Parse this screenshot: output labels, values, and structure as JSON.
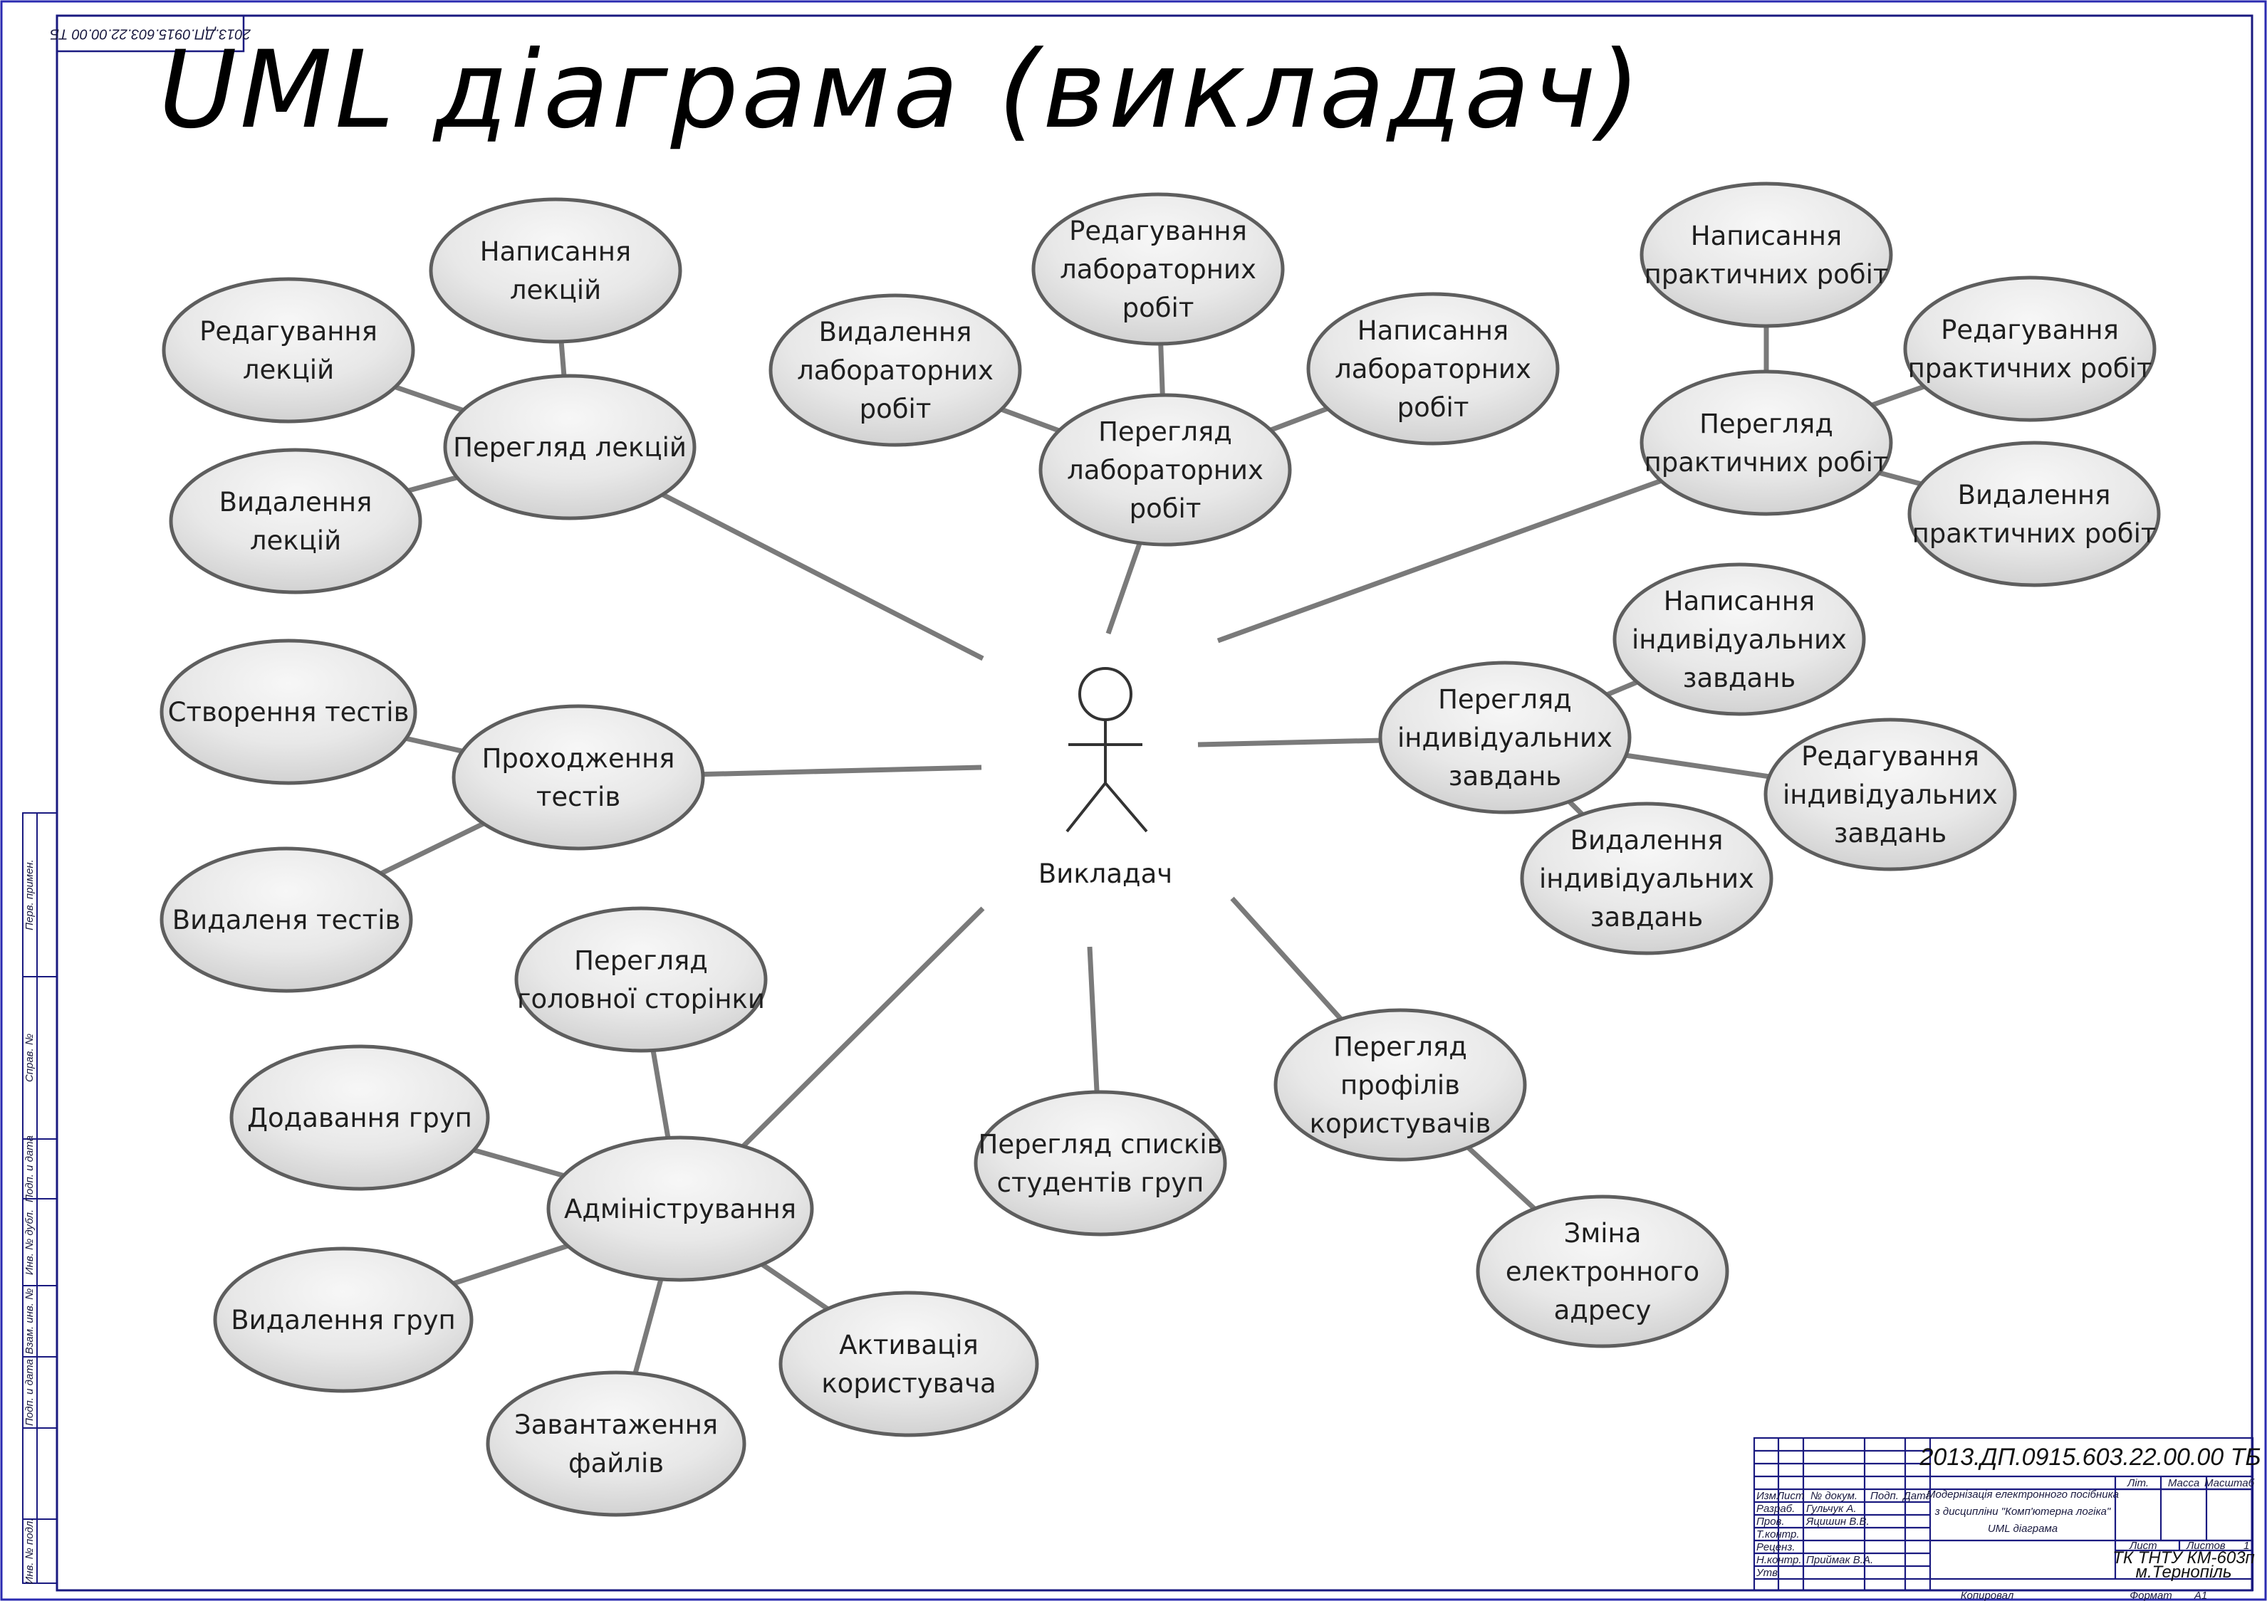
{
  "title": "UML діаграма (викладач)",
  "top_code_mirrored": "2013.ДП.0915.603.22.00.00 ТБ",
  "actor": {
    "label": "Викладач"
  },
  "use_cases": [
    {
      "id": "lec_view",
      "lines": [
        "Перегляд лекцій"
      ]
    },
    {
      "id": "lec_write",
      "lines": [
        "Написання",
        "лекцій"
      ]
    },
    {
      "id": "lec_edit",
      "lines": [
        "Редагування",
        "лекцій"
      ]
    },
    {
      "id": "lec_del",
      "lines": [
        "Видалення",
        "лекцій"
      ]
    },
    {
      "id": "lab_view",
      "lines": [
        "Перегляд",
        "лабораторних",
        "робіт"
      ]
    },
    {
      "id": "lab_edit",
      "lines": [
        "Редагування",
        "лабораторних",
        "робіт"
      ]
    },
    {
      "id": "lab_del",
      "lines": [
        "Видалення",
        "лабораторних",
        "робіт"
      ]
    },
    {
      "id": "lab_write",
      "lines": [
        "Написання",
        "лабораторних",
        "робіт"
      ]
    },
    {
      "id": "pr_view",
      "lines": [
        "Перегляд",
        "практичних робіт"
      ]
    },
    {
      "id": "pr_write",
      "lines": [
        "Написання",
        "практичних робіт"
      ]
    },
    {
      "id": "pr_edit",
      "lines": [
        "Редагування",
        "практичних робіт"
      ]
    },
    {
      "id": "pr_del",
      "lines": [
        "Видалення",
        "практичних робіт"
      ]
    },
    {
      "id": "test_pass",
      "lines": [
        "Проходження",
        "тестів"
      ]
    },
    {
      "id": "test_create",
      "lines": [
        "Створення тестів"
      ]
    },
    {
      "id": "test_del",
      "lines": [
        "Видаленя тестів"
      ]
    },
    {
      "id": "ind_view",
      "lines": [
        "Перегляд",
        "індивідуальних",
        "завдань"
      ]
    },
    {
      "id": "ind_write",
      "lines": [
        "Написання",
        "індивідуальних",
        "завдань"
      ]
    },
    {
      "id": "ind_edit",
      "lines": [
        "Редагування",
        "індивідуальних",
        "завдань"
      ]
    },
    {
      "id": "ind_del",
      "lines": [
        "Видалення",
        "індивідуальних",
        "завдань"
      ]
    },
    {
      "id": "admin",
      "lines": [
        "Адміністрування"
      ]
    },
    {
      "id": "main_page",
      "lines": [
        "Перегляд",
        "головної сторінки"
      ]
    },
    {
      "id": "grp_add",
      "lines": [
        "Додавання груп"
      ]
    },
    {
      "id": "grp_del",
      "lines": [
        "Видалення груп"
      ]
    },
    {
      "id": "upload",
      "lines": [
        "Завантаження",
        "файлів"
      ]
    },
    {
      "id": "activate",
      "lines": [
        "Активація",
        "користувача"
      ]
    },
    {
      "id": "stud_list",
      "lines": [
        "Перегляд списків",
        "студентів груп"
      ]
    },
    {
      "id": "profiles",
      "lines": [
        "Перегляд",
        "профілів",
        "користувачів"
      ]
    },
    {
      "id": "email",
      "lines": [
        "Зміна",
        "електронного",
        "адресу"
      ]
    }
  ],
  "associations": [
    [
      "actor",
      "lec_view"
    ],
    [
      "actor",
      "lab_view"
    ],
    [
      "actor",
      "pr_view"
    ],
    [
      "actor",
      "test_pass"
    ],
    [
      "actor",
      "ind_view"
    ],
    [
      "actor",
      "admin"
    ],
    [
      "actor",
      "stud_list"
    ],
    [
      "actor",
      "profiles"
    ],
    [
      "lec_view",
      "lec_write"
    ],
    [
      "lec_view",
      "lec_edit"
    ],
    [
      "lec_view",
      "lec_del"
    ],
    [
      "lab_view",
      "lab_edit"
    ],
    [
      "lab_view",
      "lab_del"
    ],
    [
      "lab_view",
      "lab_write"
    ],
    [
      "pr_view",
      "pr_write"
    ],
    [
      "pr_view",
      "pr_edit"
    ],
    [
      "pr_view",
      "pr_del"
    ],
    [
      "test_pass",
      "test_create"
    ],
    [
      "test_pass",
      "test_del"
    ],
    [
      "ind_view",
      "ind_write"
    ],
    [
      "ind_view",
      "ind_edit"
    ],
    [
      "ind_view",
      "ind_del"
    ],
    [
      "admin",
      "main_page"
    ],
    [
      "admin",
      "grp_add"
    ],
    [
      "admin",
      "grp_del"
    ],
    [
      "admin",
      "upload"
    ],
    [
      "admin",
      "activate"
    ],
    [
      "profiles",
      "email"
    ]
  ],
  "side_stamp": [
    "Перв. примен.",
    "Справ. №",
    "Подп. и дата",
    "Инв. № дубл.",
    "Взам. инв. №",
    "Подп. и дата",
    "Инв. № подл."
  ],
  "stamp": {
    "code": "2013.ДП.0915.603.22.00.00 ТБ",
    "header_cells": [
      "Изм",
      "Лист",
      "№ докум.",
      "Подп.",
      "Дата"
    ],
    "roles": [
      "Разраб.",
      "Пров.",
      "Т.контр.",
      "Реценз.",
      "Н.контр.",
      "Утв."
    ],
    "names": [
      "Гульчук А.",
      "Яцишин В.В.",
      "",
      "",
      "Приймак В.А.",
      ""
    ],
    "doc_name": [
      "Модернізація електронного посібника",
      "з дисципліни \"Комп'ютерна логіка\"",
      "UML діаграма"
    ],
    "lit_head": [
      "Літ.",
      "Масса",
      "Масштаб"
    ],
    "sheet": "Лист",
    "sheets": "Листов",
    "sheets_count": "1",
    "org": [
      "ТК ТНТУ КМ-603п",
      "м.Тернопіль"
    ],
    "copied": "Копировал",
    "format": "Формат",
    "format_value": "А1"
  }
}
